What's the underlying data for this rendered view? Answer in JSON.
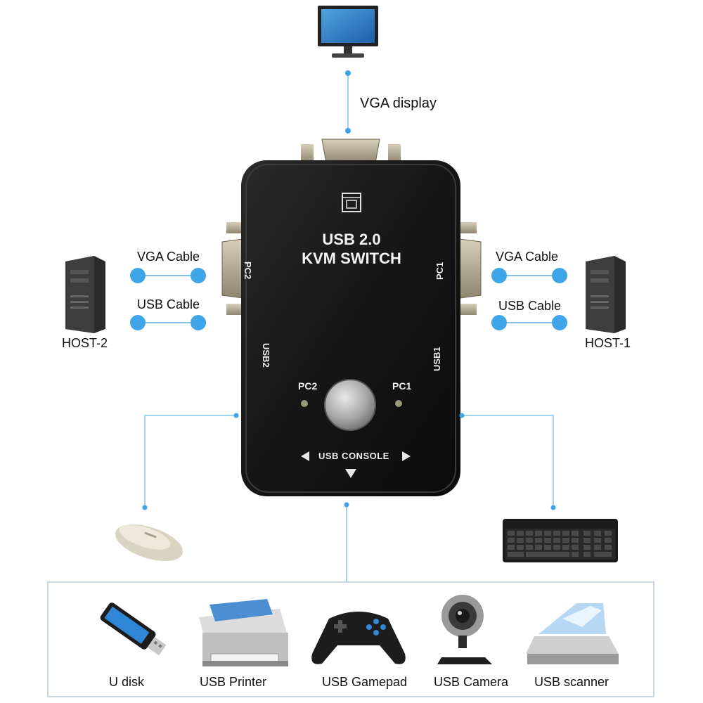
{
  "top_device": {
    "label": "VGA display",
    "icon": "monitor-icon"
  },
  "kvm_switch": {
    "brand_line1": "USB 2.0",
    "brand_line2": "KVM SWITCH",
    "port_left_top": "PC2",
    "port_left_bottom": "USB2",
    "port_right_top": "PC1",
    "port_right_bottom": "USB1",
    "led_left_label": "PC2",
    "led_right_label": "PC1",
    "console_label": "USB CONSOLE"
  },
  "left_host": {
    "name": "HOST-2",
    "vga_cable": "VGA  Cable",
    "usb_cable": "USB Cable",
    "icon": "pc-tower-icon"
  },
  "right_host": {
    "name": "HOST-1",
    "vga_cable": "VGA  Cable",
    "usb_cable": "USB  Cable",
    "icon": "pc-tower-icon"
  },
  "peripherals": [
    {
      "label": "U disk",
      "icon": "usb-drive-icon"
    },
    {
      "label": "USB Printer",
      "icon": "printer-icon"
    },
    {
      "label": "USB Gamepad",
      "icon": "gamepad-icon"
    },
    {
      "label": "USB Camera",
      "icon": "webcam-icon"
    },
    {
      "label": "USB scanner",
      "icon": "scanner-icon"
    }
  ],
  "side_devices": {
    "left": "mouse-icon",
    "right": "keyboard-icon"
  },
  "colors": {
    "connector": "#3ea6e8",
    "line": "#7fc3ea",
    "device": "#1b1b1b",
    "box_border": "#c9d7e2"
  }
}
